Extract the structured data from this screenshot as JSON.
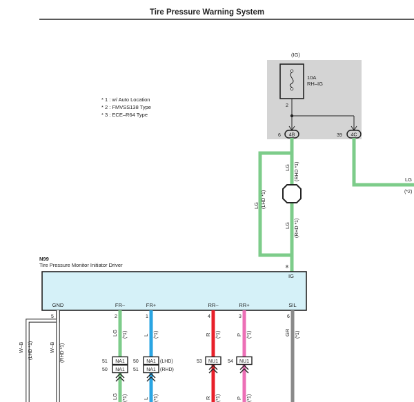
{
  "page_title": "Tire Pressure Warning System",
  "notes": [
    "* 1 : w/ Auto Location",
    "* 2 : FMVSS138 Type",
    "* 3 : ECE–R64 Type"
  ],
  "colors": {
    "LG": "#7dcc8a",
    "L": "#2aa5e3",
    "R": "#e8202a",
    "P": "#ec6fb6",
    "GR": "#8a8a8a",
    "W-B": "#ffffff",
    "fuse_box": "#d4d4d4",
    "ecu_box": "#d5f1f8"
  },
  "fuse_block": {
    "title": "(IG)",
    "fuse_rating": "10A",
    "fuse_name": "RH–IG",
    "internal_pin": "2",
    "connectors": [
      {
        "pin": "6",
        "id": "4B"
      },
      {
        "pin": "39",
        "id": "4C"
      }
    ]
  },
  "branch_right": {
    "color_code": "LG",
    "note": "(*2)"
  },
  "wires_upper": [
    {
      "color_code": "LG",
      "note": "(LHD *1)"
    },
    {
      "color_code": "LG",
      "note": "(RHD *1)"
    },
    {
      "color_code": "LG",
      "note": "(RHD *1)"
    }
  ],
  "ecu": {
    "code": "N99",
    "name": "Tire Pressure Monitor Initiator Driver",
    "ig_pin": "8",
    "ig_label": "IG",
    "terminals": [
      {
        "label": "GND",
        "pin": "5"
      },
      {
        "label": "FR–",
        "pin": "2"
      },
      {
        "label": "FR+",
        "pin": "1"
      },
      {
        "label": "RR–",
        "pin": "4"
      },
      {
        "label": "RR+",
        "pin": "3"
      },
      {
        "label": "SIL",
        "pin": "6"
      }
    ]
  },
  "lower_wires": [
    {
      "color_code": "W–B",
      "note": "(LHD *1)"
    },
    {
      "color_code": "W–B",
      "note": "(RHD *1)"
    },
    {
      "color_code": "LG",
      "note": "(*1)"
    },
    {
      "color_code": "L",
      "note": "(*1)"
    },
    {
      "color_code": "R",
      "note": "(*1)"
    },
    {
      "color_code": "P",
      "note": "(*1)"
    },
    {
      "color_code": "GR",
      "note": "(*1)"
    }
  ],
  "connectors_lower": {
    "front": [
      {
        "pin_a": "51",
        "id_a": "NA1",
        "pin_b": "50",
        "id_b": "NA1",
        "note": "(LHD)"
      },
      {
        "pin_a": "50",
        "id_a": "NA1",
        "pin_b": "51",
        "id_b": "NA1",
        "note": "(RHD)"
      }
    ],
    "rear": [
      {
        "pin": "53",
        "id": "NU1"
      },
      {
        "pin": "54",
        "id": "NU1"
      }
    ]
  },
  "bottom_wires": [
    {
      "color_code": "LG",
      "note": "(*1)"
    },
    {
      "color_code": "L",
      "note": "(*1)"
    },
    {
      "color_code": "R",
      "note": "(*1)"
    },
    {
      "color_code": "P",
      "note": "(*1)"
    }
  ]
}
